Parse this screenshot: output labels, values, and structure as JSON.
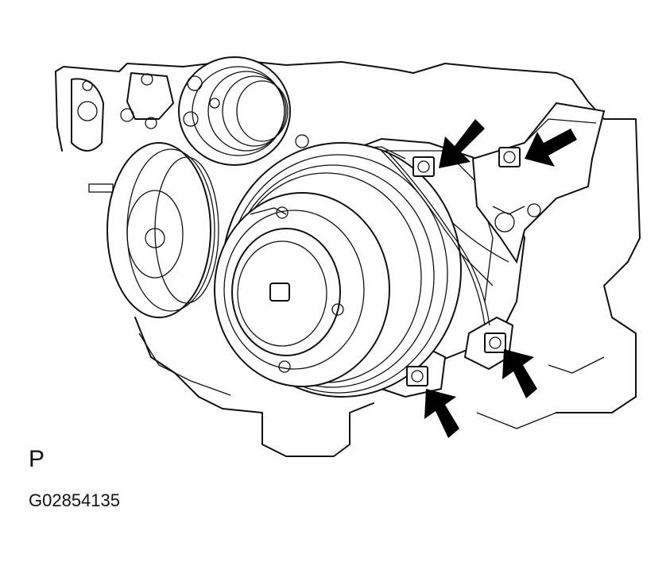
{
  "figure": {
    "view_label": "P",
    "figure_code": "G02854135"
  },
  "callouts": {
    "arrow_count": 4,
    "arrow_color": "#000000"
  }
}
